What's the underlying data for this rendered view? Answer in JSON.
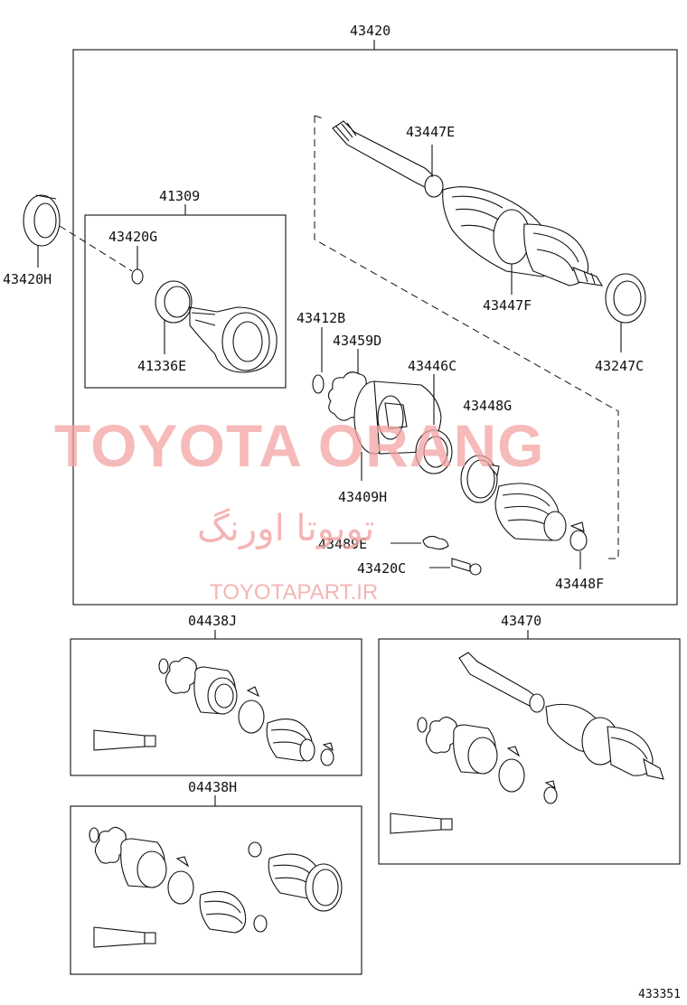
{
  "labels": {
    "p43420": "43420",
    "p41309": "41309",
    "p43420G": "43420G",
    "p43420H": "43420H",
    "p41336E": "41336E",
    "p43447E": "43447E",
    "p43447F": "43447F",
    "p43247C": "43247C",
    "p43412B": "43412B",
    "p43459D": "43459D",
    "p43446C": "43446C",
    "p43448G": "43448G",
    "p43409H": "43409H",
    "p43489E": "43489E",
    "p43420C": "43420C",
    "p43448F": "43448F",
    "p04438J": "04438J",
    "p43470": "43470",
    "p04438H": "04438H"
  },
  "watermark": {
    "brand": "TOYOTA ORANG",
    "persian": "تویوتا اورنگ",
    "url": "TOYOTAPART.IR",
    "color": "#f3a3a3"
  },
  "figure_code": "433351"
}
